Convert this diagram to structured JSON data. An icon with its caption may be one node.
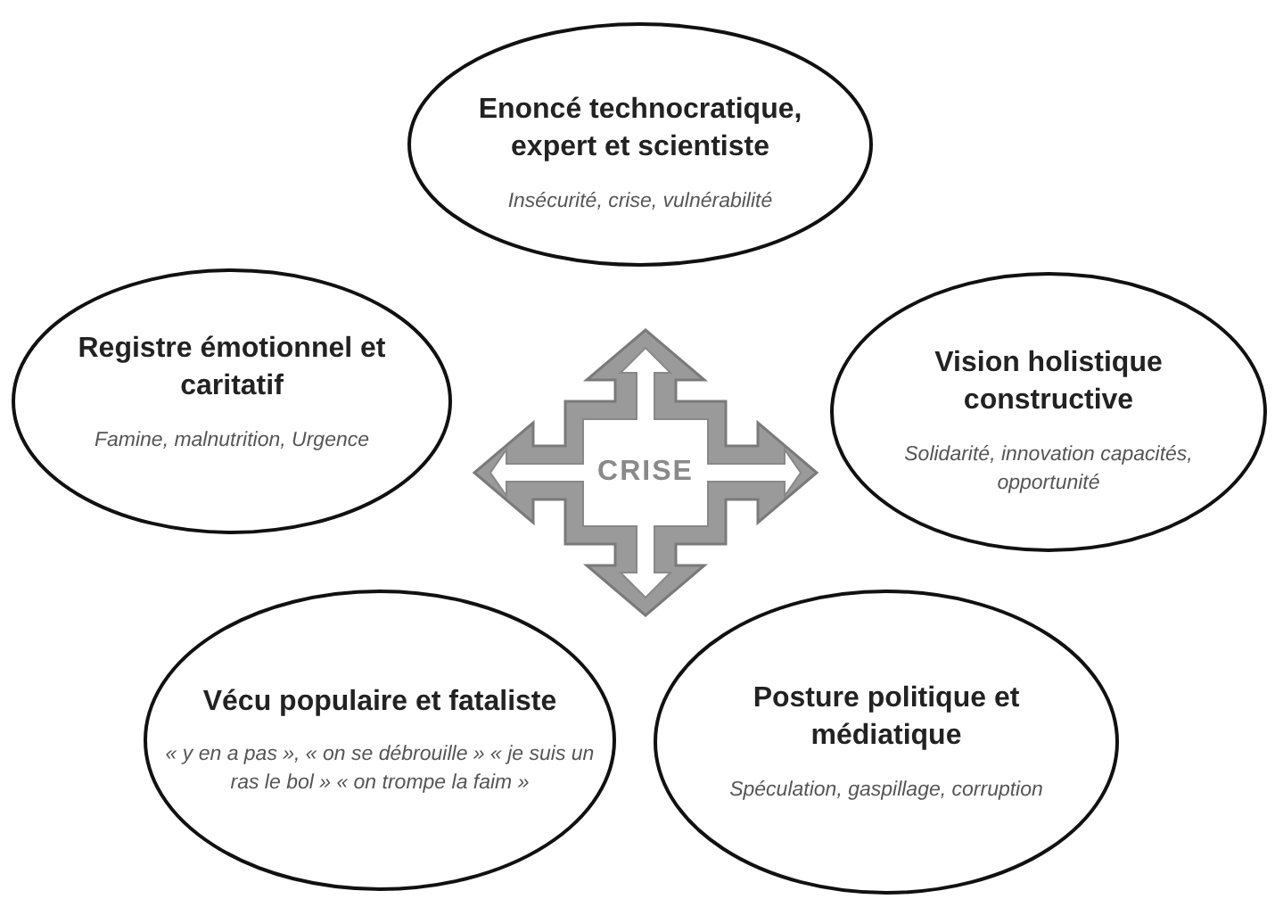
{
  "diagram": {
    "nodes": [
      {
        "text": [
          "Enoncé technocratique, expert et scientiste",
          "Insécurité, crise, vulnérabilité"
        ]
      },
      {
        "text": [
          "Registre émotionnel et caritatif",
          "Famine, malnutrition, Urgence"
        ]
      },
      {
        "text": [
          "Vision holistique constructive",
          "Solidarité, innovation capacités, opportunité"
        ]
      },
      {
        "text": [
          "CRISE"
        ]
      },
      {
        "text": [
          "Vécu populaire et fataliste",
          "« y en a pas », « on se débrouille » « je suis un ras le bol » « on trompe la faim »"
        ]
      },
      {
        "text": [
          "Posture politique et médiatique",
          "Spéculation, gaspillage, corruption"
        ]
      }
    ]
  }
}
